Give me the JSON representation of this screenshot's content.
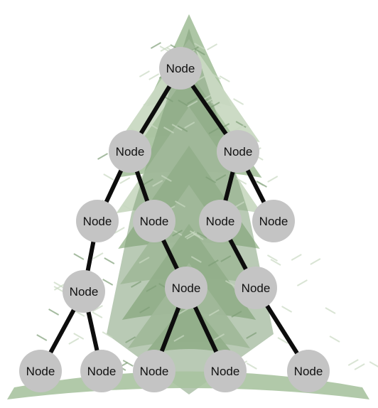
{
  "colors": {
    "background": "#ffffff",
    "tree_light": "#c9d9c2",
    "tree_mid": "#a9c3a0",
    "tree_dark": "#7f9f78",
    "node_fill": "#c4c4c4",
    "edge": "#0d0d0d",
    "text": "#111111"
  },
  "tree": {
    "nodes": [
      {
        "id": "n0",
        "label": "Node"
      },
      {
        "id": "n1",
        "label": "Node"
      },
      {
        "id": "n2",
        "label": "Node"
      },
      {
        "id": "n3",
        "label": "Node"
      },
      {
        "id": "n4",
        "label": "Node"
      },
      {
        "id": "n5",
        "label": "Node"
      },
      {
        "id": "n6",
        "label": "Node"
      },
      {
        "id": "n7",
        "label": "Node"
      },
      {
        "id": "n8",
        "label": "Node"
      },
      {
        "id": "n9",
        "label": "Node"
      },
      {
        "id": "n10",
        "label": "Node"
      },
      {
        "id": "n11",
        "label": "Node"
      },
      {
        "id": "n12",
        "label": "Node"
      },
      {
        "id": "n13",
        "label": "Node"
      },
      {
        "id": "n14",
        "label": "Node"
      }
    ],
    "edges": [
      [
        "n0",
        "n1"
      ],
      [
        "n0",
        "n2"
      ],
      [
        "n1",
        "n3"
      ],
      [
        "n1",
        "n4"
      ],
      [
        "n2",
        "n5"
      ],
      [
        "n2",
        "n6"
      ],
      [
        "n3",
        "n7"
      ],
      [
        "n4",
        "n8"
      ],
      [
        "n5",
        "n9"
      ],
      [
        "n7",
        "n10"
      ],
      [
        "n7",
        "n11"
      ],
      [
        "n8",
        "n12"
      ],
      [
        "n8",
        "n13"
      ],
      [
        "n9",
        "n14"
      ]
    ]
  }
}
